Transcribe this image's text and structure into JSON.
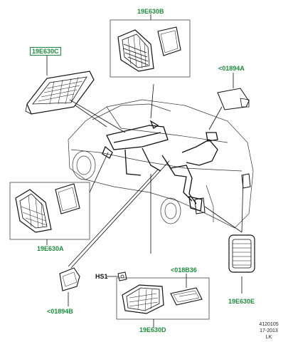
{
  "callouts": {
    "top_vent_assembly": "19E630B",
    "left_vent_assembly": "19E630C",
    "trim_panel_right": "<01894A",
    "side_vent_assembly": "19E630A",
    "rear_vent_panel": "19E630E",
    "duct_bottom_left": "<01894B",
    "clip_part": "HS1",
    "clip_part_b36": "<018B36",
    "center_vent_assembly": "19E630D"
  },
  "reference": {
    "code": "4120105",
    "date": "17-2013",
    "region": "LK"
  },
  "colors": {
    "callout_green": "#1e8a3c",
    "line": "#111111",
    "box_border": "#444444"
  }
}
